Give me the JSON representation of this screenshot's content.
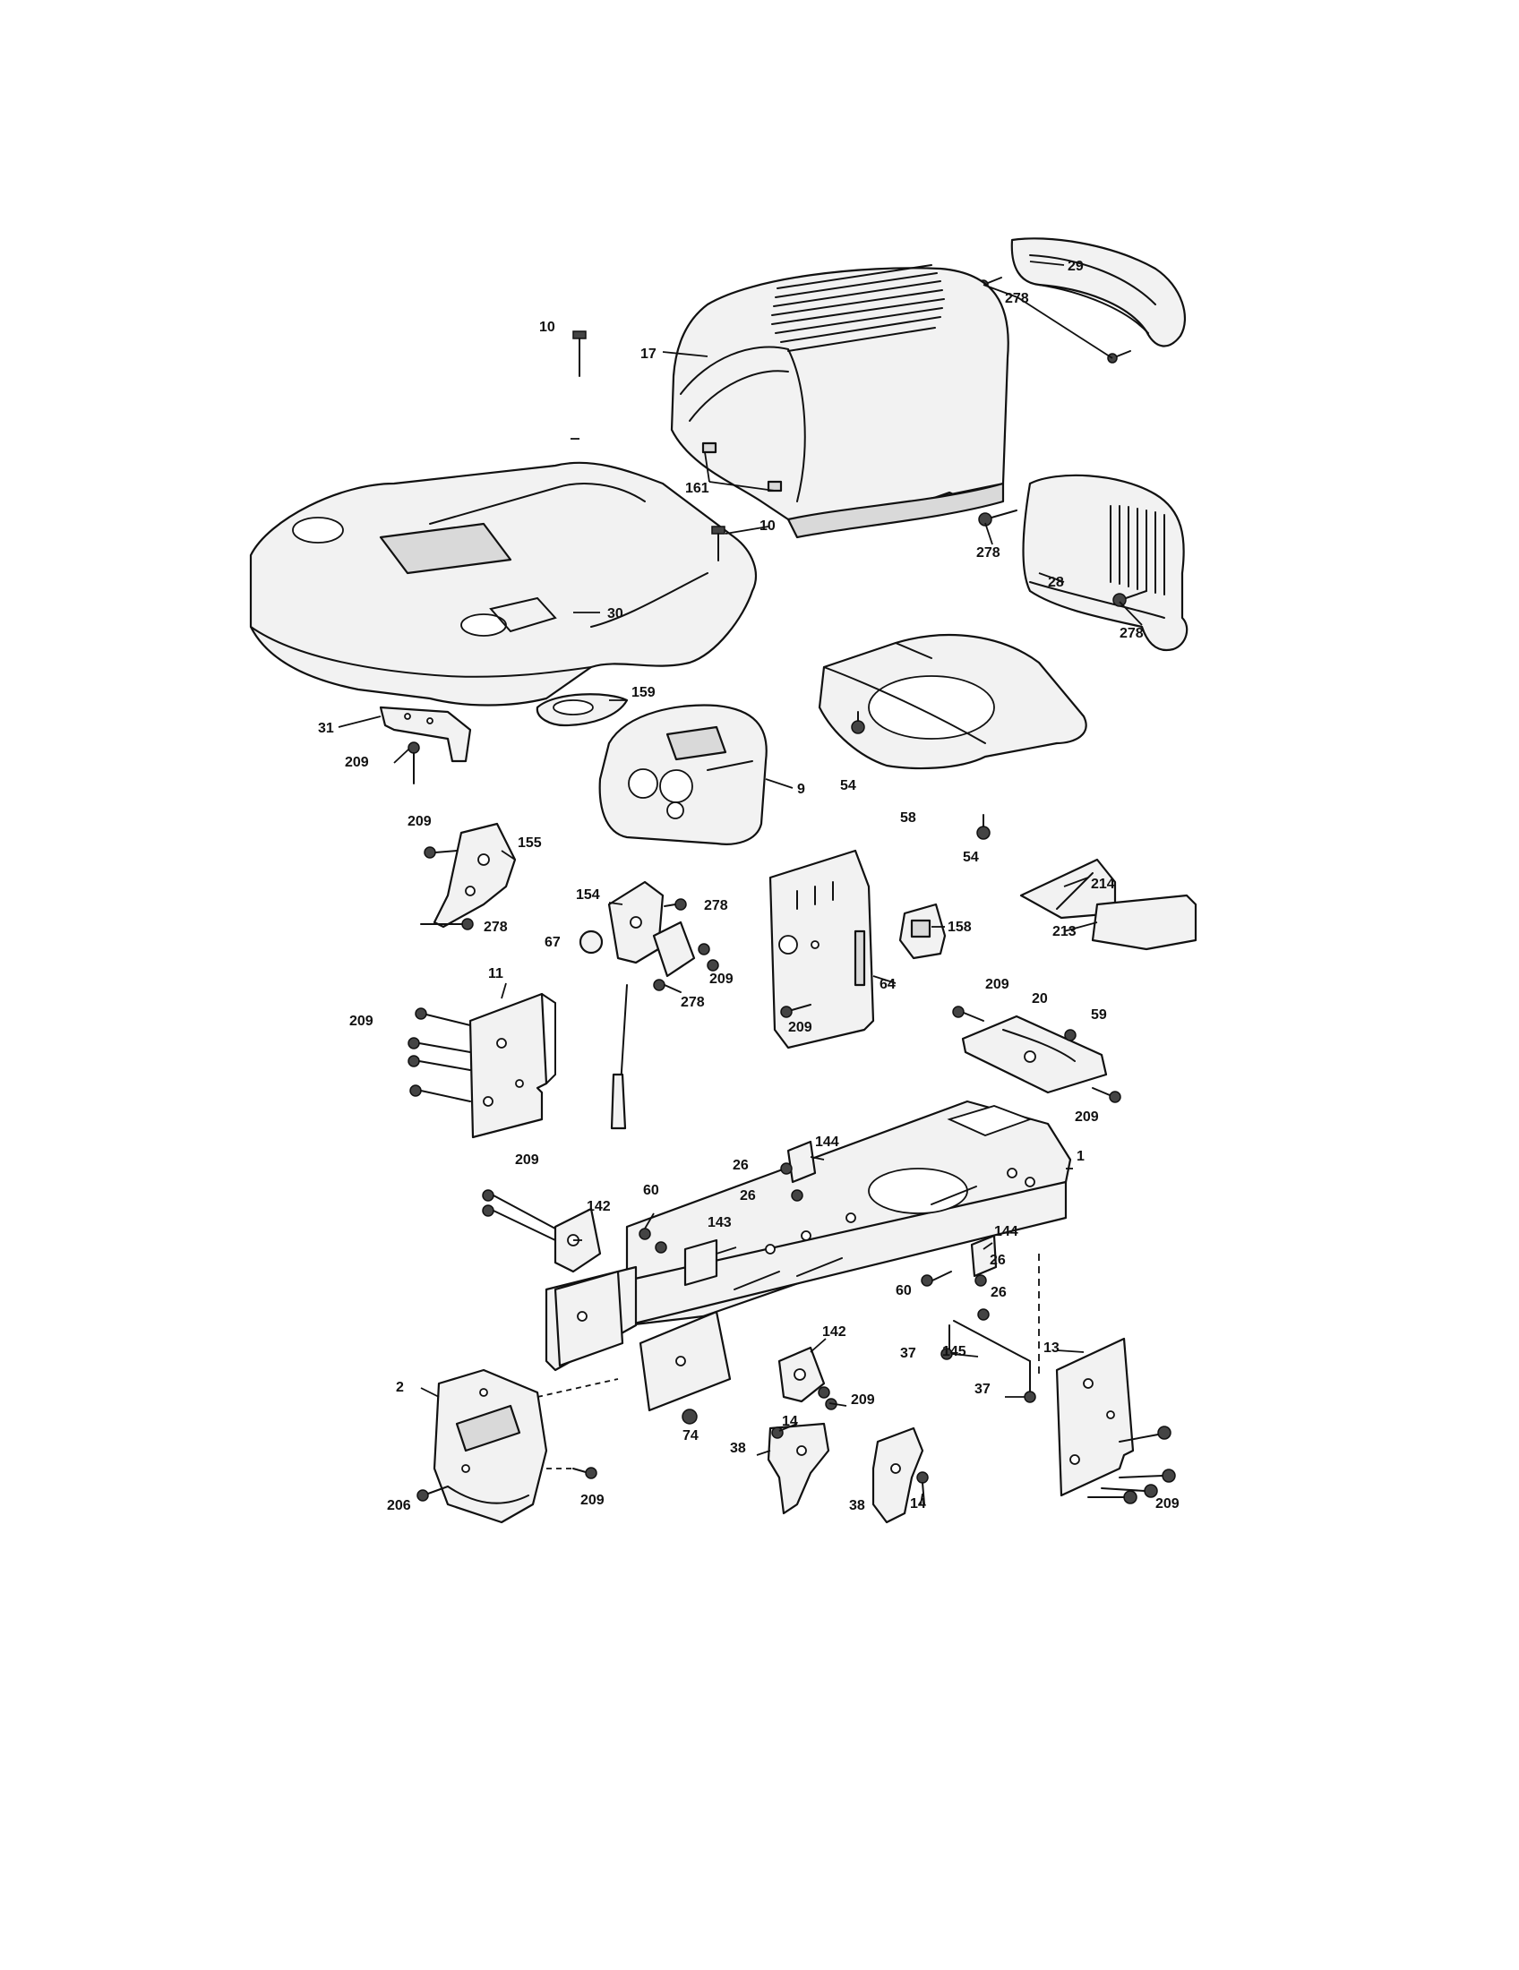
{
  "callouts": [
    {
      "id": "c-29",
      "text": "29"
    },
    {
      "id": "c-278-a",
      "text": "278"
    },
    {
      "id": "c-17",
      "text": "17"
    },
    {
      "id": "c-10-a",
      "text": "10"
    },
    {
      "id": "c-10-b",
      "text": "10"
    },
    {
      "id": "c-161",
      "text": "161"
    },
    {
      "id": "c-278-b",
      "text": "278"
    },
    {
      "id": "c-28",
      "text": "28"
    },
    {
      "id": "c-278-c",
      "text": "278"
    },
    {
      "id": "c-30",
      "text": "30"
    },
    {
      "id": "c-159",
      "text": "159"
    },
    {
      "id": "c-31",
      "text": "31"
    },
    {
      "id": "c-209-a",
      "text": "209"
    },
    {
      "id": "c-9",
      "text": "9"
    },
    {
      "id": "c-54-a",
      "text": "54"
    },
    {
      "id": "c-58",
      "text": "58"
    },
    {
      "id": "c-54-b",
      "text": "54"
    },
    {
      "id": "c-209-b",
      "text": "209"
    },
    {
      "id": "c-155",
      "text": "155"
    },
    {
      "id": "c-278-d",
      "text": "278"
    },
    {
      "id": "c-154",
      "text": "154"
    },
    {
      "id": "c-278-e",
      "text": "278"
    },
    {
      "id": "c-67",
      "text": "67"
    },
    {
      "id": "c-209-c",
      "text": "209"
    },
    {
      "id": "c-278-f",
      "text": "278"
    },
    {
      "id": "c-158",
      "text": "158"
    },
    {
      "id": "c-214",
      "text": "214"
    },
    {
      "id": "c-213",
      "text": "213"
    },
    {
      "id": "c-64",
      "text": "64"
    },
    {
      "id": "c-209-d",
      "text": "209"
    },
    {
      "id": "c-11",
      "text": "11"
    },
    {
      "id": "c-209-e",
      "text": "209"
    },
    {
      "id": "c-209-f",
      "text": "209"
    },
    {
      "id": "c-20",
      "text": "20"
    },
    {
      "id": "c-59",
      "text": "59"
    },
    {
      "id": "c-209-g",
      "text": "209"
    },
    {
      "id": "c-144-a",
      "text": "144"
    },
    {
      "id": "c-26-a",
      "text": "26"
    },
    {
      "id": "c-1",
      "text": "1"
    },
    {
      "id": "c-26-b",
      "text": "26"
    },
    {
      "id": "c-209-h",
      "text": "209"
    },
    {
      "id": "c-142-a",
      "text": "142"
    },
    {
      "id": "c-60-a",
      "text": "60"
    },
    {
      "id": "c-143",
      "text": "143"
    },
    {
      "id": "c-144-b",
      "text": "144"
    },
    {
      "id": "c-26-c",
      "text": "26"
    },
    {
      "id": "c-60-b",
      "text": "60"
    },
    {
      "id": "c-26-d",
      "text": "26"
    },
    {
      "id": "c-13",
      "text": "13"
    },
    {
      "id": "c-37-a",
      "text": "37"
    },
    {
      "id": "c-145",
      "text": "145"
    },
    {
      "id": "c-142-b",
      "text": "142"
    },
    {
      "id": "c-37-b",
      "text": "37"
    },
    {
      "id": "c-2",
      "text": "2"
    },
    {
      "id": "c-209-i",
      "text": "209"
    },
    {
      "id": "c-14-a",
      "text": "14"
    },
    {
      "id": "c-74",
      "text": "74"
    },
    {
      "id": "c-38-a",
      "text": "38"
    },
    {
      "id": "c-38-b",
      "text": "38"
    },
    {
      "id": "c-14-b",
      "text": "14"
    },
    {
      "id": "c-206",
      "text": "206"
    },
    {
      "id": "c-209-j",
      "text": "209"
    },
    {
      "id": "c-209-k",
      "text": "209"
    }
  ]
}
